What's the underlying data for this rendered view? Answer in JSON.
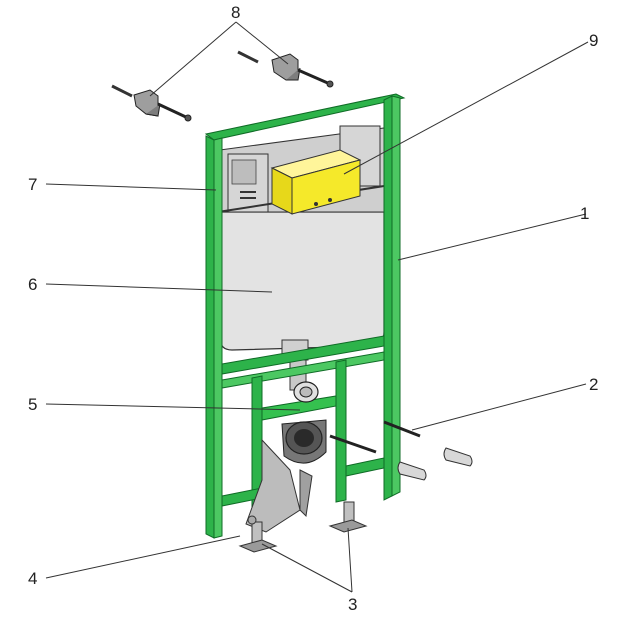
{
  "callouts": [
    {
      "id": "1",
      "label": "1"
    },
    {
      "id": "2",
      "label": "2"
    },
    {
      "id": "3",
      "label": "3"
    },
    {
      "id": "4",
      "label": "4"
    },
    {
      "id": "5",
      "label": "5"
    },
    {
      "id": "6",
      "label": "6"
    },
    {
      "id": "7",
      "label": "7"
    },
    {
      "id": "8",
      "label": "8"
    },
    {
      "id": "9",
      "label": "9"
    }
  ],
  "colors": {
    "frame": "#2db34a",
    "frame_dark": "#0f6b26",
    "cistern": "#e3e3e3",
    "cistern_dark": "#cfcfcf",
    "actuator_box": "#f5e92a",
    "metal": "#9a9a9a",
    "line": "#222222"
  }
}
